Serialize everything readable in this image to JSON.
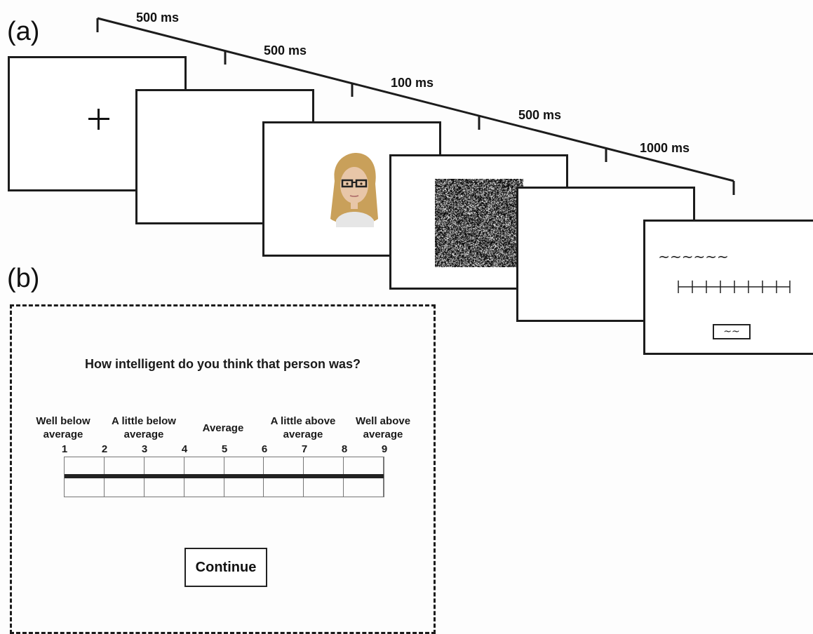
{
  "panel_a": {
    "label": "(a)",
    "durations": [
      "500 ms",
      "500 ms",
      "100 ms",
      "500 ms",
      "1000 ms"
    ],
    "screens": [
      {
        "content": "fixation-cross"
      },
      {
        "content": "blank"
      },
      {
        "content": "face"
      },
      {
        "content": "noise-mask"
      },
      {
        "content": "blank"
      },
      {
        "content": "rating-placeholder",
        "tilde_text": "~~~~~~",
        "box_text": "~~"
      }
    ]
  },
  "panel_b": {
    "label": "(b)",
    "question": "How intelligent do you think that person was?",
    "anchors": [
      {
        "line1": "Well below",
        "line2": "average"
      },
      {
        "line1": "A little below",
        "line2": "average"
      },
      {
        "line1": "Average",
        "line2": ""
      },
      {
        "line1": "A little above",
        "line2": "average"
      },
      {
        "line1": "Well above",
        "line2": "average"
      }
    ],
    "scale_numbers": [
      "1",
      "2",
      "3",
      "4",
      "5",
      "6",
      "7",
      "8",
      "9"
    ],
    "continue_label": "Continue"
  },
  "colors": {
    "ink": "#1c1c1c",
    "background": "#fdfdfd",
    "face_hair": "#c9a05a",
    "face_skin": "#e8c6a8"
  }
}
